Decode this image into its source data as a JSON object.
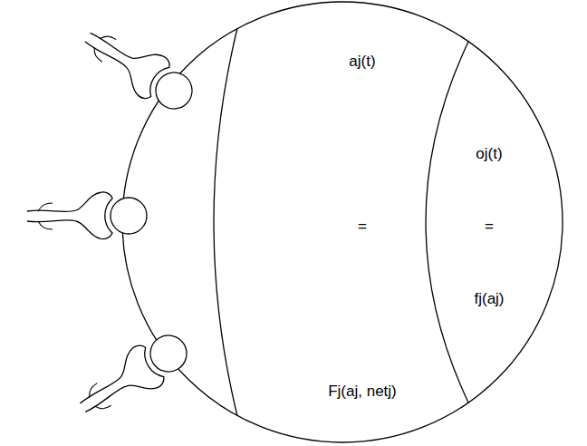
{
  "diagram": {
    "nodes": [
      {
        "text": [
          "aj(t)",
          "=",
          "Fj(aj, netj)"
        ]
      },
      {
        "text": [
          "oj(t)",
          "=",
          "fj(aj)"
        ]
      }
    ]
  }
}
